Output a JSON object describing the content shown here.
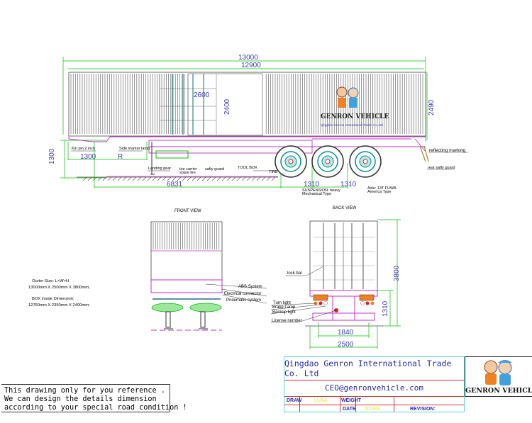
{
  "side_view": {
    "dimensions": {
      "overall_length": "13000",
      "box_length": "12900",
      "door_width": "2600",
      "door_height": "2400",
      "box_height": "2490",
      "kingpin_offset": "1300",
      "radius": "R",
      "coupling_height": "1300",
      "kingpin_to_axle": "6831",
      "axle_spacing_1": "1310",
      "axle_spacing_2": "1310"
    },
    "labels": {
      "king_pin": "Kin pin 2 inch",
      "side_marker_lamp": "Side marker lamp",
      "landing_gear": "Landing gear",
      "tire_carrier": "tire carrier",
      "spare_tire": "spare tire",
      "safety_guard": "safty guard",
      "tool_box": "TOOL BOX",
      "tire": "TIRE",
      "suspension": "SUSPENSION: heavy",
      "suspension_type": "Mechanical Type",
      "axle": "Axle: 13T FUWA",
      "axle_type": "America Type",
      "reflecting_marking": "reflecting marking",
      "rear_safety_guard": "rear safty guard"
    },
    "branding": {
      "logo_text": "GENRON VEHICLE",
      "company_small": "Qingdao Genron International Trade Co. Ltd"
    }
  },
  "front_view": {
    "title": "FRONT VIEW",
    "labels": {
      "abs": "ABS System",
      "electrical": "Electrical connector",
      "pneumatic": "Pneumatic system"
    }
  },
  "back_view": {
    "title": "BACK VIEW",
    "dimensions": {
      "height": "3800",
      "frame_height": "1310",
      "track": "1840",
      "width": "2500"
    },
    "labels": {
      "lock_bar": "lock bar",
      "turn_light": "Turn light",
      "brake_lamp": "Brake Lamp",
      "backup_light": "Backup light",
      "license_number": "License number"
    }
  },
  "specs": {
    "outer_label": "Ourter Size: L×W×H",
    "outer_value": "13000mm X 2500mm X 3800mm;",
    "inner_label": "BOX inside Dimension:",
    "inner_value": "12750mm X 2350mm X 2400mm;"
  },
  "disclaimer": {
    "lines": [
      "This drawing only for you reference .",
      "We can design the details dimension",
      "according to your special road condition !"
    ]
  },
  "title_block": {
    "company": "Qingdao Genron International Trade Co. Ltd",
    "email": "CEO@genronvehicle.com",
    "draw_label": "DRAW",
    "draw_value": "LUNA",
    "weight_label": "WEIGHT",
    "date_label": "DATE",
    "date_value": "2019/3",
    "revision_label": "REVISION:",
    "logo_text": "GENRON VEHICLE"
  },
  "colors": {
    "dimension": "#00c000",
    "dimension_text": "#3a3ab8",
    "chassis": "#c030c0",
    "tire": "#009090",
    "title_border": "#d03030"
  }
}
